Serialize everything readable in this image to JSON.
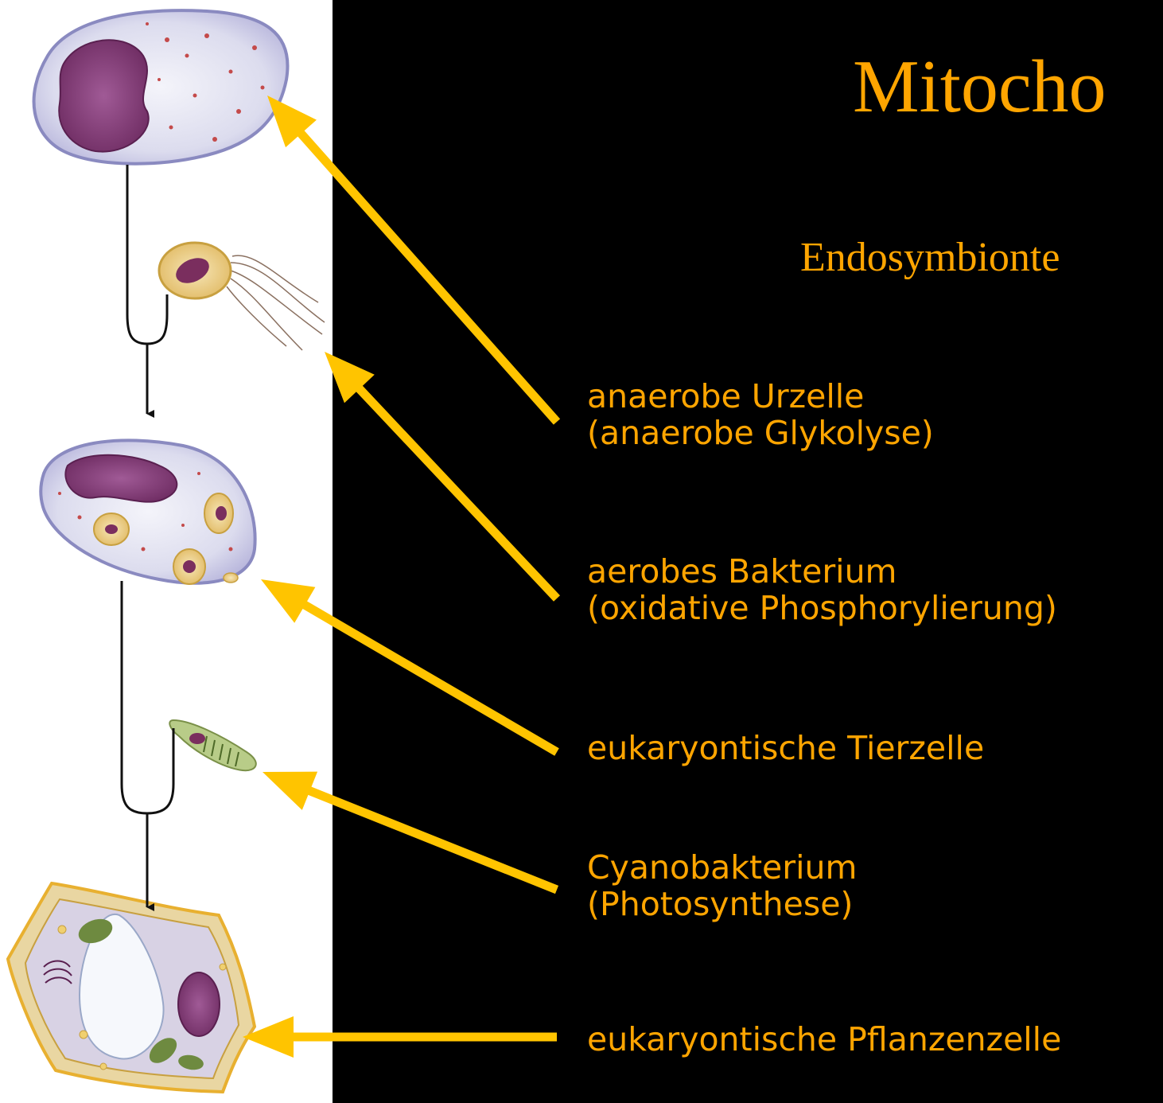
{
  "title": "Mitocho",
  "subtitle": "Endosymbionte",
  "labels": [
    {
      "line1": "anaerobe Urzelle",
      "line2": "(anaerobe Glykolyse)"
    },
    {
      "line1": "aerobes Bakterium",
      "line2": "(oxidative Phosphorylierung)"
    },
    {
      "line1": "eukaryontische Tierzelle",
      "line2": ""
    },
    {
      "line1": "Cyanobakterium",
      "line2": "(Photosynthese)"
    },
    {
      "line1": "eukaryontische Pflanzenzelle",
      "line2": ""
    }
  ],
  "colors": {
    "background": "#000000",
    "panel": "#ffffff",
    "text": "#ffa500",
    "arrow": "#ffc400"
  }
}
